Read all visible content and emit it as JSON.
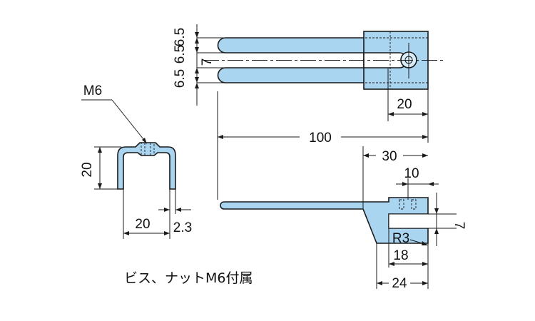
{
  "drawing": {
    "top_view": {
      "dim_pitch_a": "6.5",
      "dim_pitch_b": "6.5",
      "dim_slot_width": "7",
      "dim_pitch_c": "6.5",
      "dim_block_width": "20",
      "dim_total_length": "100"
    },
    "side_view": {
      "dim_head_length": "30",
      "dim_slot_offset": "10",
      "dim_slot_gap": "7",
      "dim_radius": "R3",
      "dim_lower_width": "18",
      "dim_base_width": "24"
    },
    "section_view": {
      "screw_label": "M6",
      "dim_height": "20",
      "dim_width": "20",
      "dim_thickness": "2.3"
    },
    "accessory_note": "ビス、ナットM6付属",
    "colors": {
      "part_fill": "#a9d5f0",
      "line": "#1a1a1a"
    }
  }
}
